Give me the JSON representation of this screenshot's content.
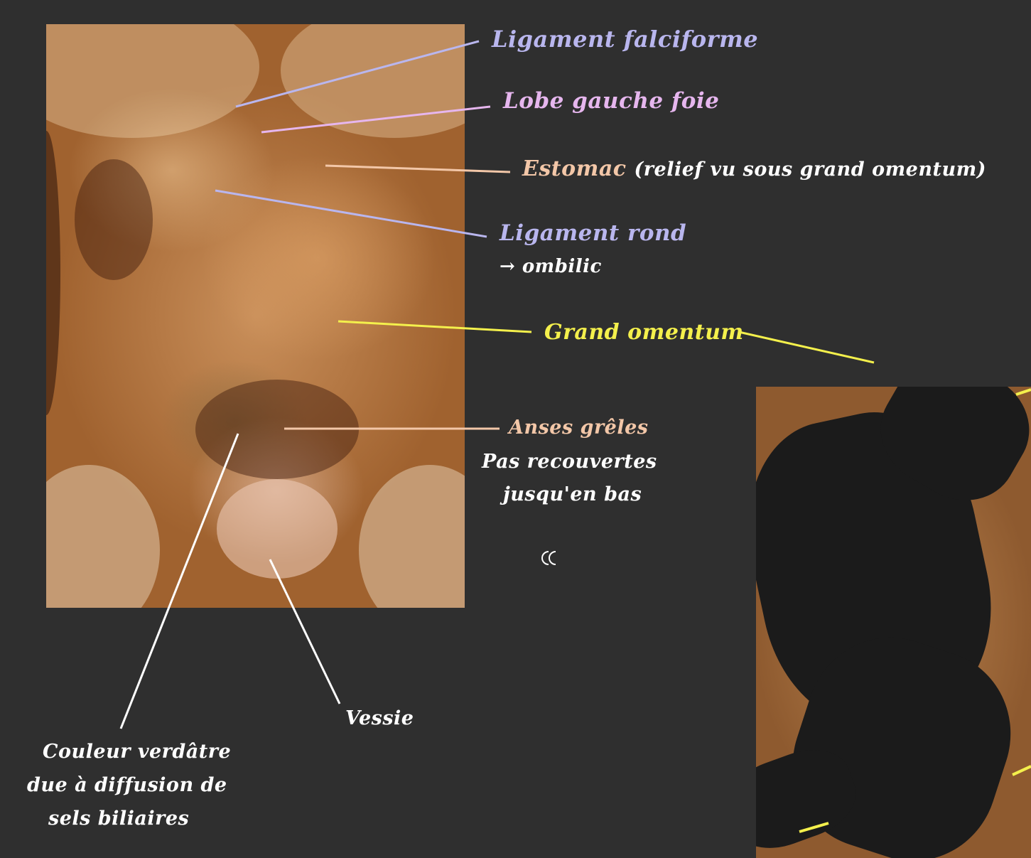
{
  "colors": {
    "background": "#2f2f2f",
    "lavender": "#b9b6ee",
    "pink": "#e6b6ee",
    "peach": "#f3c7a8",
    "yellow": "#f4f04c",
    "white": "#ffffff"
  },
  "labels": {
    "ligament_falciforme": "Ligament falciforme",
    "lobe_gauche_foie": "Lobe gauche foie",
    "estomac": "Estomac",
    "estomac_note": "(relief vu sous grand omentum)",
    "ligament_rond": "Ligament rond",
    "ligament_rond_note": "→ ombilic",
    "grand_omentum": "Grand omentum",
    "anses_greles": "Anses grêles",
    "anses_note_1": "Pas recouvertes",
    "anses_note_2": "jusqu'en bas",
    "vessie": "Vessie",
    "couleur_1": "Couleur verdâtre",
    "couleur_2": "due à diffusion de",
    "couleur_3": "sels biliaires"
  }
}
